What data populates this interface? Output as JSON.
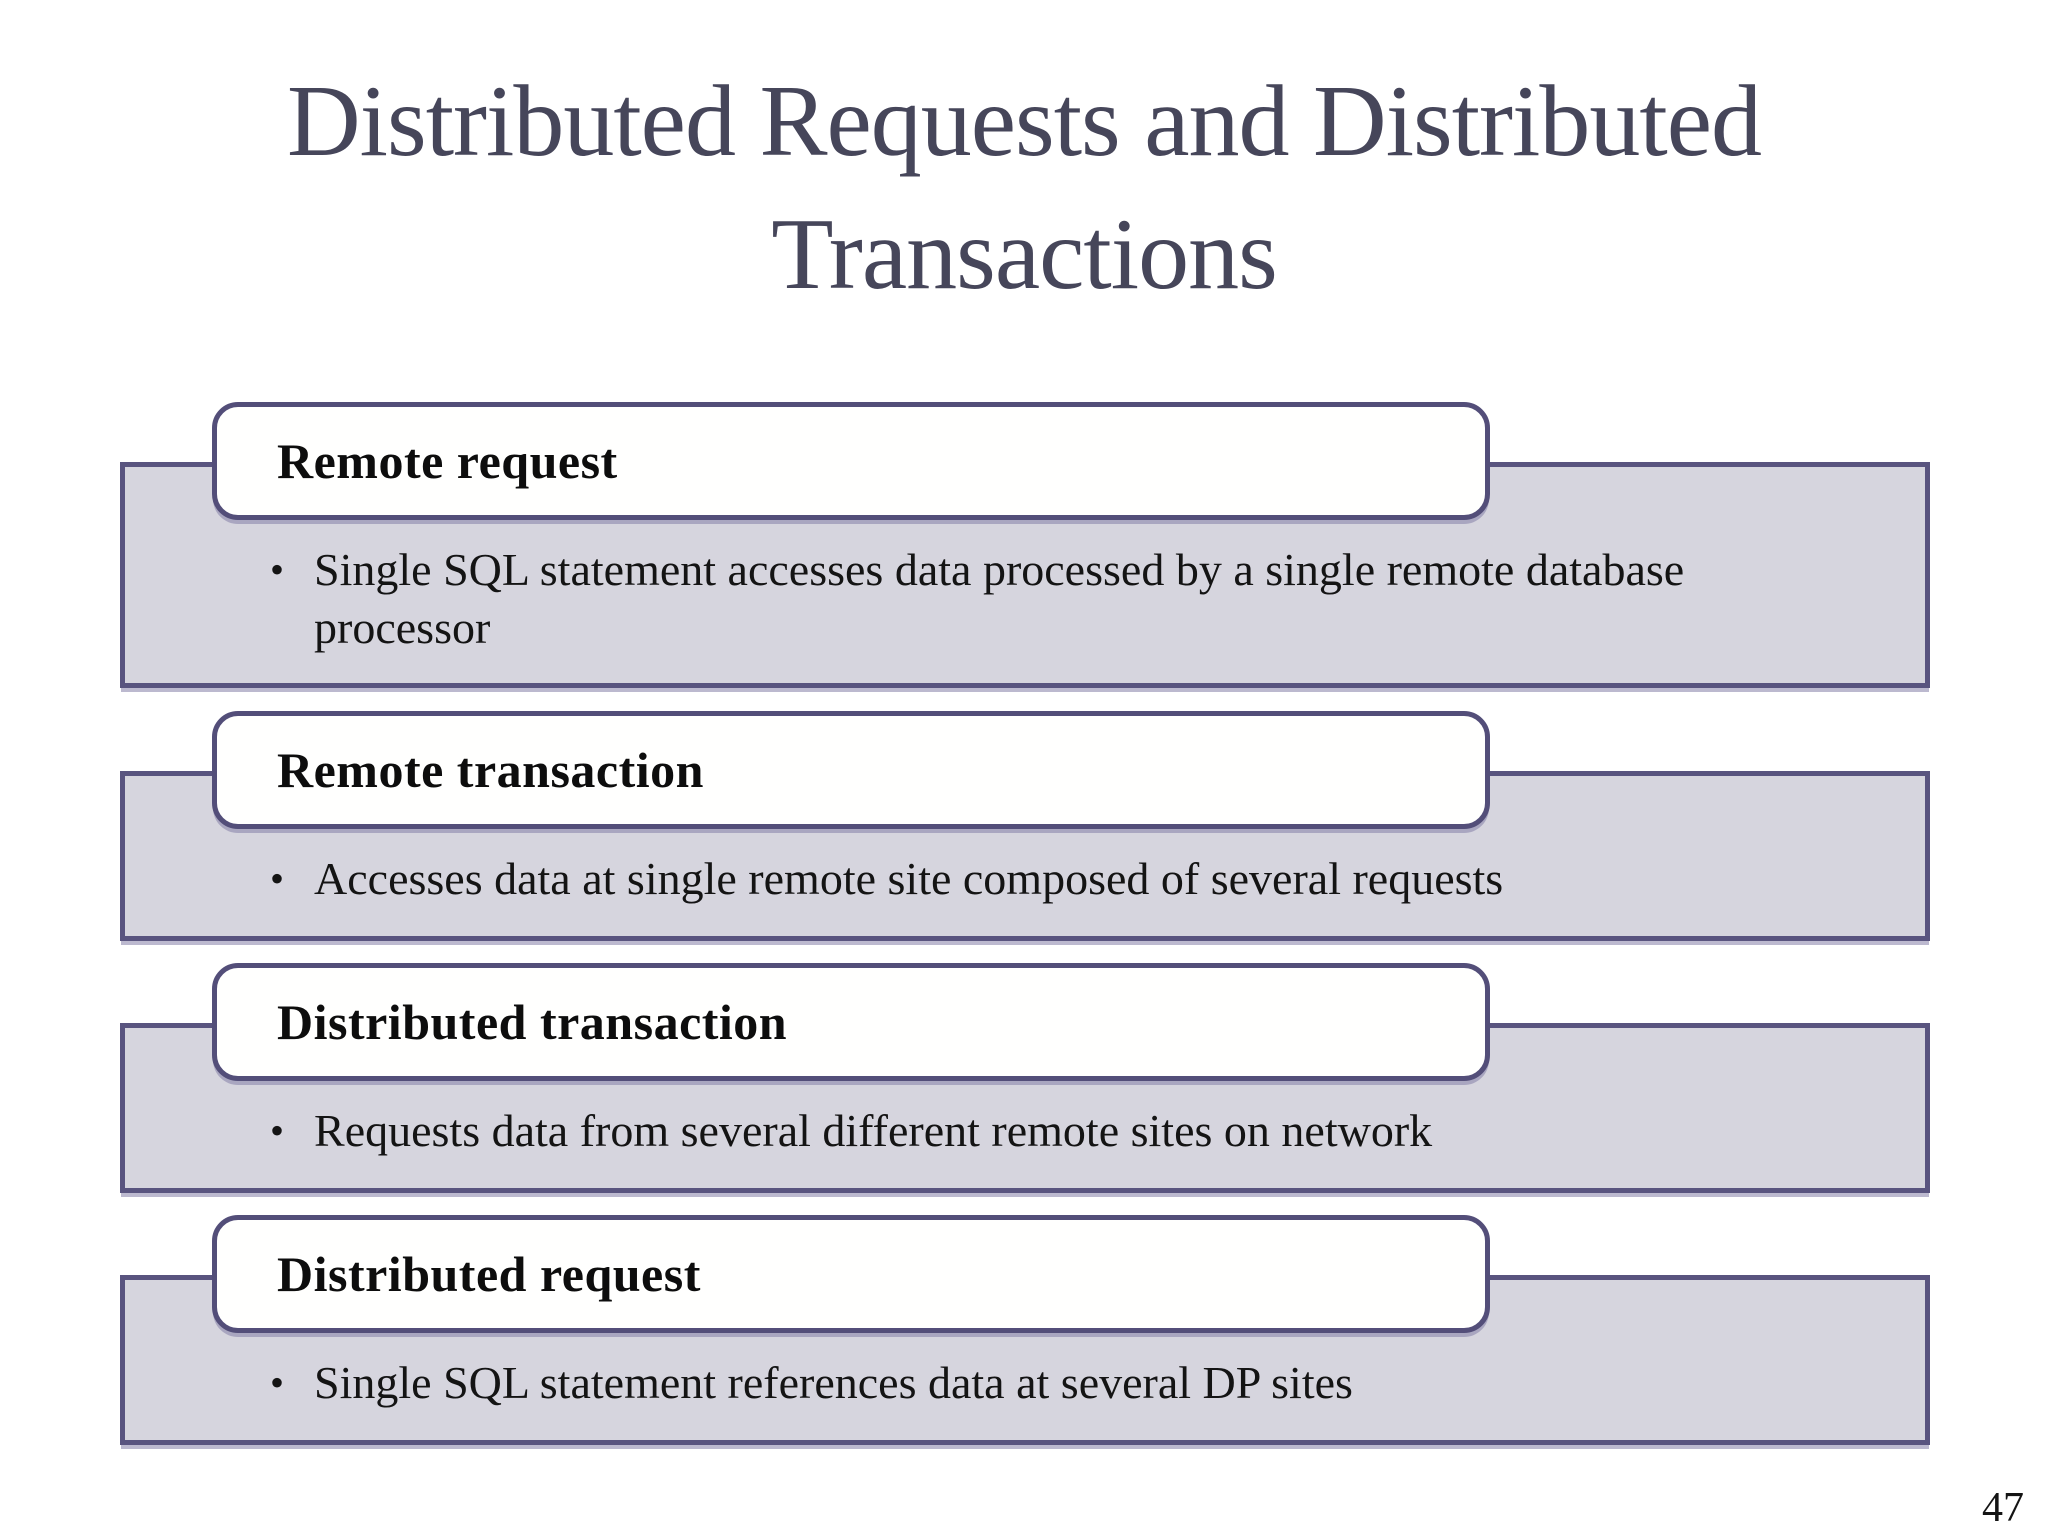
{
  "slide": {
    "title_line1": "Distributed Requests and Distributed",
    "title_line2": "Transactions",
    "bullet_char": "•",
    "page_number": "47",
    "colors": {
      "title_text": "#46465A",
      "box_border": "#55517B",
      "body_fill": "#D6D5DE",
      "header_fill": "#FFFFFE",
      "body_text": "#141414"
    },
    "groups": [
      {
        "header": "Remote request",
        "bullet": "Single SQL statement accesses data processed by a single remote database processor"
      },
      {
        "header": "Remote transaction",
        "bullet": "Accesses data at single remote site composed of several requests"
      },
      {
        "header": "Distributed transaction",
        "bullet": "Requests data from several different remote sites on network"
      },
      {
        "header": "Distributed request",
        "bullet": "Single SQL statement references data at several DP sites"
      }
    ]
  }
}
